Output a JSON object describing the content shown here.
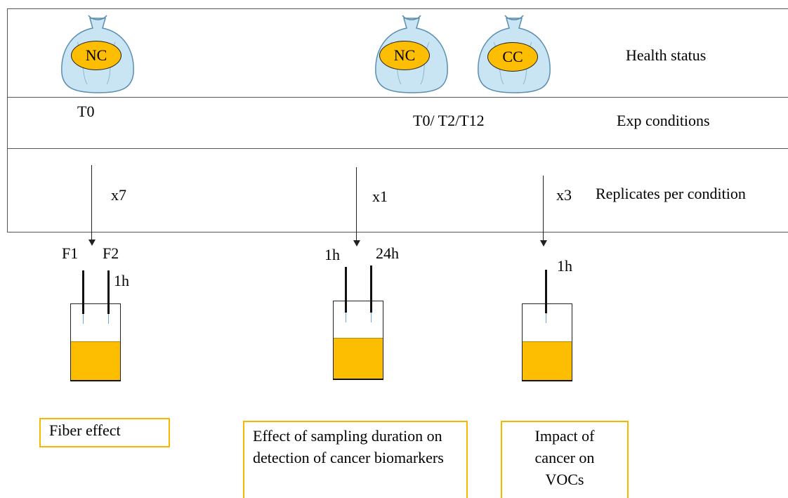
{
  "rows": {
    "health_status": "Health status",
    "exp_conditions": "Exp conditions",
    "replicates": "Replicates per condition"
  },
  "bags": [
    {
      "label": "NC"
    },
    {
      "label": "NC"
    },
    {
      "label": "CC"
    }
  ],
  "conditions": {
    "left": "T0",
    "middle": "T0/ T2/T12"
  },
  "replicates": {
    "left": "x7",
    "middle": "x1",
    "right": "x3"
  },
  "fibers": {
    "f1": "F1",
    "f2": "F2",
    "left_duration": "1h",
    "middle_short": "1h",
    "middle_long": "24h",
    "right_duration": "1h"
  },
  "outcomes": {
    "fiber_effect": "Fiber effect",
    "sampling_duration": "Effect of sampling duration on detection of cancer biomarkers",
    "cancer_impact": "Impact of cancer on VOCs"
  },
  "colors": {
    "bag_fill": "#c9e4f3",
    "label_oval": "#fdbd00",
    "liquid": "#fdbd00",
    "box_border": "#f5b800"
  }
}
